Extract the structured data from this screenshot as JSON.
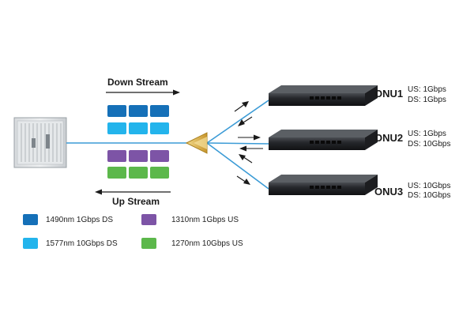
{
  "diagram": {
    "down_stream_label": "Down Stream",
    "up_stream_label": "Up Stream",
    "colors": {
      "ds_1g": "#1570b8",
      "ds_10g": "#23b4ec",
      "us_1g": "#7d54a6",
      "us_10g": "#5cb84b",
      "fiber": "#3b9bd6",
      "splitter": "#d8b24a"
    },
    "onus": [
      {
        "name": "ONU1",
        "us": "US: 1Gbps",
        "ds": "DS: 1Gbps"
      },
      {
        "name": "ONU2",
        "us": "US: 1Gbps",
        "ds": "DS: 10Gbps"
      },
      {
        "name": "ONU3",
        "us": "US: 10Gbps",
        "ds": "DS: 10Gbps"
      }
    ],
    "legend": [
      {
        "label": "1490nm 1Gbps DS",
        "color": "#1570b8"
      },
      {
        "label": "1310nm 1Gbps US",
        "color": "#7d54a6"
      },
      {
        "label": "1577nm 10Gbps DS",
        "color": "#23b4ec"
      },
      {
        "label": "1270nm 10Gbps US",
        "color": "#5cb84b"
      }
    ]
  }
}
